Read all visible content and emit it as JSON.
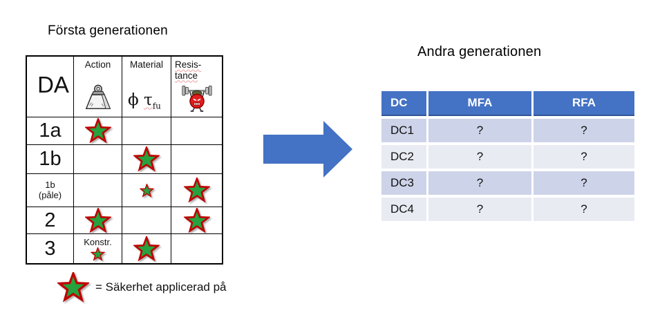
{
  "colors": {
    "accent_blue": "#4472C4",
    "header_edge_blue": "#2E5395",
    "row_band_dark": "#CDD3E8",
    "row_band_light": "#E9EBF3",
    "star_green": "#26A23F",
    "star_red": "#C00000"
  },
  "left_panel": {
    "title": "Första generationen",
    "table": {
      "corner_label": "DA",
      "col_action": {
        "label": "Action",
        "icon": "weight-icon"
      },
      "col_material": {
        "label": "Material",
        "symbol_phi": "ϕ",
        "symbol_tau": "τ",
        "symbol_sub": "fu"
      },
      "col_resistance": {
        "label_line1": "Resis-",
        "label_line2": "tance",
        "icon": "weightlifter-icon"
      },
      "rows": [
        {
          "label": "1a",
          "cells": [
            {
              "star": "large"
            },
            {},
            {}
          ]
        },
        {
          "label": "1b",
          "cells": [
            {},
            {
              "star": "large"
            },
            {}
          ]
        },
        {
          "label": "1b",
          "sublabel": "(påle)",
          "cells": [
            {},
            {
              "star": "small"
            },
            {
              "star": "large"
            }
          ]
        },
        {
          "label": "2",
          "cells": [
            {
              "star": "large"
            },
            {},
            {
              "star": "large"
            }
          ]
        },
        {
          "label": "3",
          "cells": [
            {
              "text": "Konstr.",
              "star": "small"
            },
            {
              "star": "large"
            },
            {}
          ]
        }
      ]
    },
    "legend": {
      "star": "legend",
      "text": "= Säkerhet applicerad på"
    }
  },
  "arrow": {
    "icon": "right-arrow",
    "color": "#4472C4"
  },
  "right_panel": {
    "title": "Andra generationen",
    "table": {
      "headers": [
        "DC",
        "MFA",
        "RFA"
      ],
      "rows": [
        [
          "DC1",
          "?",
          "?"
        ],
        [
          "DC2",
          "?",
          "?"
        ],
        [
          "DC3",
          "?",
          "?"
        ],
        [
          "DC4",
          "?",
          "?"
        ]
      ]
    }
  }
}
